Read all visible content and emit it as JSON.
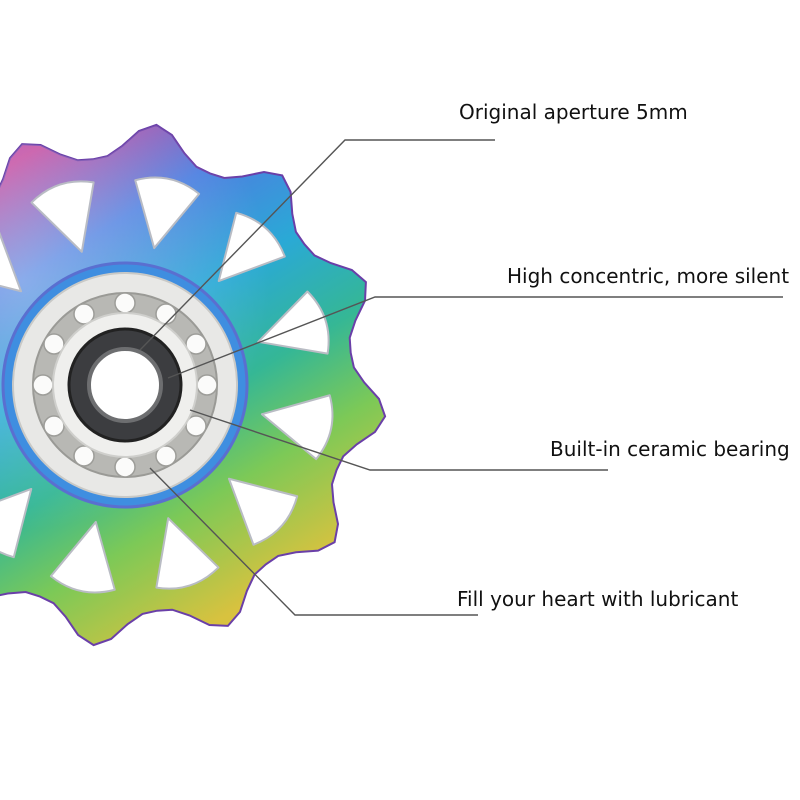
{
  "product": {
    "name": "jockey-wheel-pulley",
    "gradient_colors": [
      "#7d3fd1",
      "#b4479c",
      "#3a8be0",
      "#2fb6a7",
      "#58c46b",
      "#a2d04c",
      "#e8c547"
    ]
  },
  "callouts": [
    {
      "id": "aperture",
      "text": "Original aperture 5mm"
    },
    {
      "id": "concentric",
      "text": "High concentric, more silent"
    },
    {
      "id": "bearing",
      "text": "Built-in ceramic bearing"
    },
    {
      "id": "lubricant",
      "text": "Fill your heart with lubricant"
    }
  ],
  "line_color": "#555555"
}
